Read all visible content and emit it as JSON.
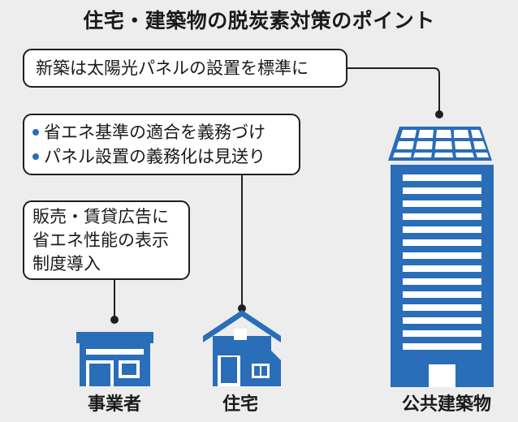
{
  "title": "住宅・建築物の脱炭素対策のポイント",
  "callouts": {
    "new_build": "新築は太陽光パネルの設置を標準に",
    "housing": [
      "省エネ基準の適合を義務づけ",
      "パネル設置の義務化は見送り"
    ],
    "business": [
      "販売・賃貸広告に",
      "省エネ性能の表示",
      "制度導入"
    ]
  },
  "labels": {
    "business_operator": "事業者",
    "housing": "住宅",
    "public_building": "公共建築物"
  },
  "colors": {
    "accent_blue": "#2a6db8",
    "background": "#ededed"
  }
}
